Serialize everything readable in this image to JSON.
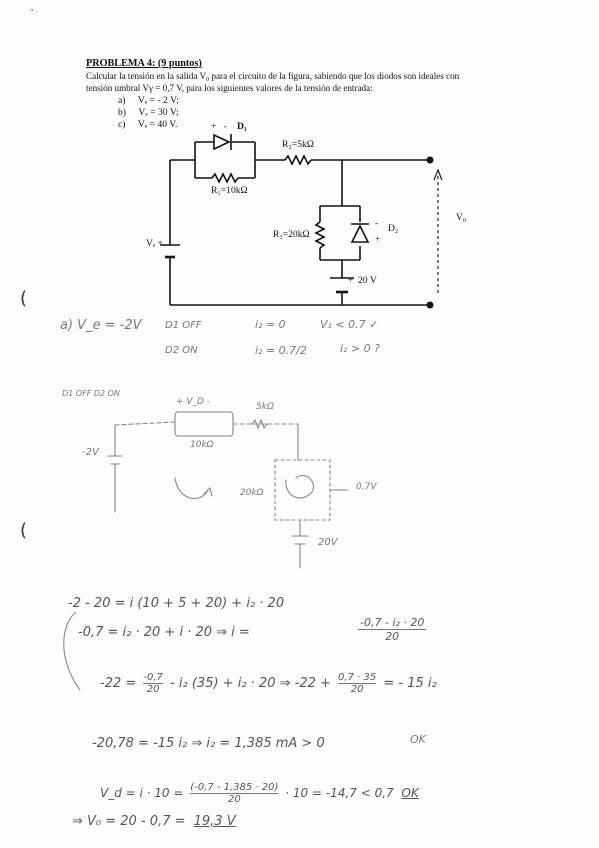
{
  "header_mark": "\" ·",
  "problem": {
    "title": "PROBLEMA 4: (9 puntos)",
    "statement_line1": "Calcular la tensión en la salida V₀ para el circuito de la figura, sabiendo que los diodos son ideales con",
    "statement_line2": "tensión umbral  Vγ = 0,7 V, para los siguientes valores de la tensión de entrada:",
    "items": [
      {
        "label": "a)",
        "text": "Vₑ = - 2 V;"
      },
      {
        "label": "b)",
        "text": "Vₑ = 30 V;"
      },
      {
        "label": "c)",
        "text": "Vₑ = 40 V."
      }
    ]
  },
  "circuit": {
    "d1_polarity": "+   -",
    "d1_label": "D₁",
    "r1_label": "R₁=10kΩ",
    "r2_label": "R₂=5kΩ",
    "r3_label": "R₃=20kΩ",
    "d2_label": "D₂",
    "d2_minus": "-",
    "d2_plus": "+",
    "battery_label": "20 V",
    "battery_plus": "+",
    "ve_label": "Vₑ",
    "vo_label": "V₀"
  },
  "handwritten": {
    "case_a": "a) V_e = -2V",
    "d1_state": "D1 OFF",
    "d2_state": "D2 ON",
    "i_eq_0": "i₂ = 0",
    "vd1": "V₁ < 0.7 ✓",
    "i2_eq": "i₂ = 0.7/2",
    "i2_pos": "i₂ > 0 ?",
    "sketch_label": "D1 OFF  D2 ON",
    "sketch_vd": "+ V_D -",
    "sketch_5k": "5kΩ",
    "sketch_10k": "10kΩ",
    "sketch_2v": "-2V",
    "sketch_20k": "20kΩ",
    "sketch_07": "0.7V",
    "sketch_20v": "20V",
    "eq1": "-2 - 20 = i (10 + 5 + 20) + i₂ · 20",
    "eq2": "-0,7 = i₂ · 20 + i · 20   ⇒   i =",
    "eq2_frac_num": "-0,7 - i₂ · 20",
    "eq2_frac_den": "20",
    "eq3_left": "-22 =",
    "eq3_frac_num": "-0,7",
    "eq3_frac_den": "20",
    "eq3_mid": "- i₂",
    "eq3_rest": "(35) + i₂ · 20   ⇒   -22 +",
    "eq3_frac2_num": "0,7 · 35",
    "eq3_frac2_den": "20",
    "eq3_end": "= - 15 i₂",
    "eq4": "-20,78 = -15 i₂   ⇒   i₂ = 1,385 mA > 0",
    "eq4_ok": "OK",
    "eq5_left": "V_d = i · 10 =",
    "eq5_frac_num": "(-0,7 - 1,385 · 20)",
    "eq5_frac_den": "20",
    "eq5_right": "· 10 = -14,7 < 0,7",
    "eq5_ok": "OK",
    "eq6": "⇒ V₀ = 20 - 0,7 =",
    "eq6_result": "19,3 V"
  }
}
